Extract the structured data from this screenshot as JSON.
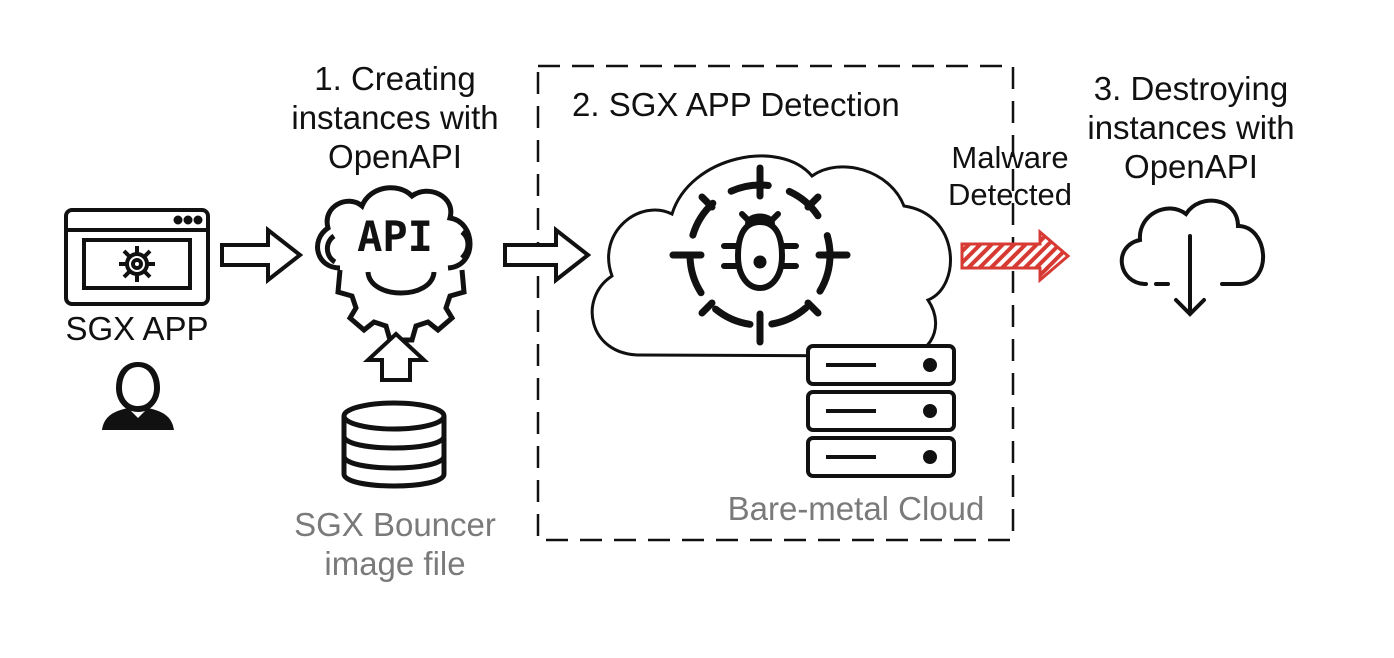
{
  "labels": {
    "step1": [
      "1. Creating",
      "instances with",
      "OpenAPI"
    ],
    "step2": "2. SGX APP Detection",
    "step3": [
      "3. Destroying",
      "instances with",
      "OpenAPI"
    ],
    "malware": [
      "Malware",
      "Detected"
    ],
    "sgx_app": "SGX APP",
    "api_text": "API",
    "bouncer": [
      "SGX Bouncer",
      "image file"
    ],
    "bare_metal": "Bare-metal Cloud"
  },
  "colors": {
    "stroke": "#111111",
    "gray_text": "#7a7a7a",
    "malware_arrow": "#d63a32"
  },
  "icons": [
    "app-window-icon",
    "user-icon",
    "api-cloud-gear-icon",
    "database-icon",
    "cloud-bug-scan-icon",
    "server-rack-icon",
    "cloud-download-icon"
  ]
}
